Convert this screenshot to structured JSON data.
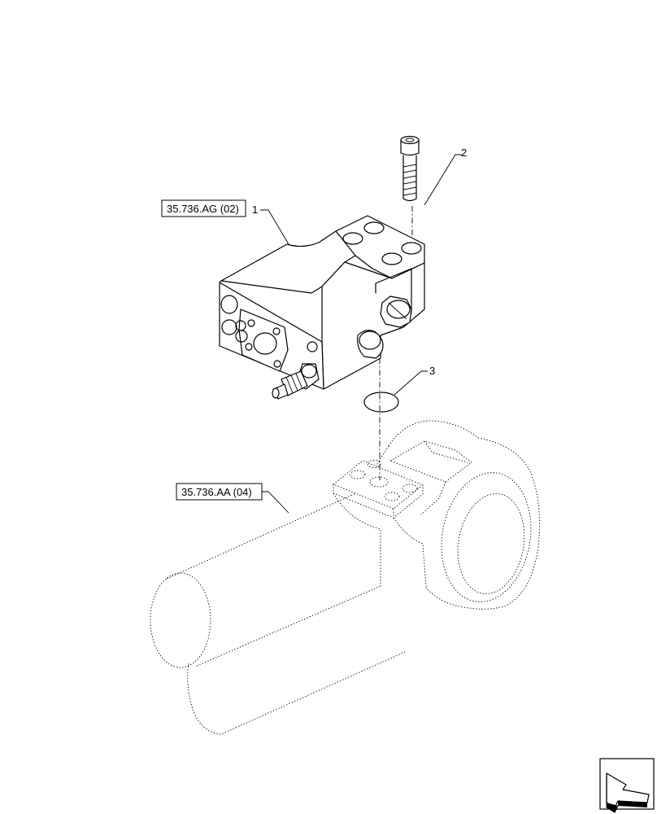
{
  "references": {
    "valve_ref": "35.736.AG (02)",
    "cylinder_ref": "35.736.AA (04)"
  },
  "callouts": {
    "valve_block": "1",
    "cap_screw": "2",
    "o_ring": "3"
  },
  "nav_icon": "arrow-left-icon"
}
